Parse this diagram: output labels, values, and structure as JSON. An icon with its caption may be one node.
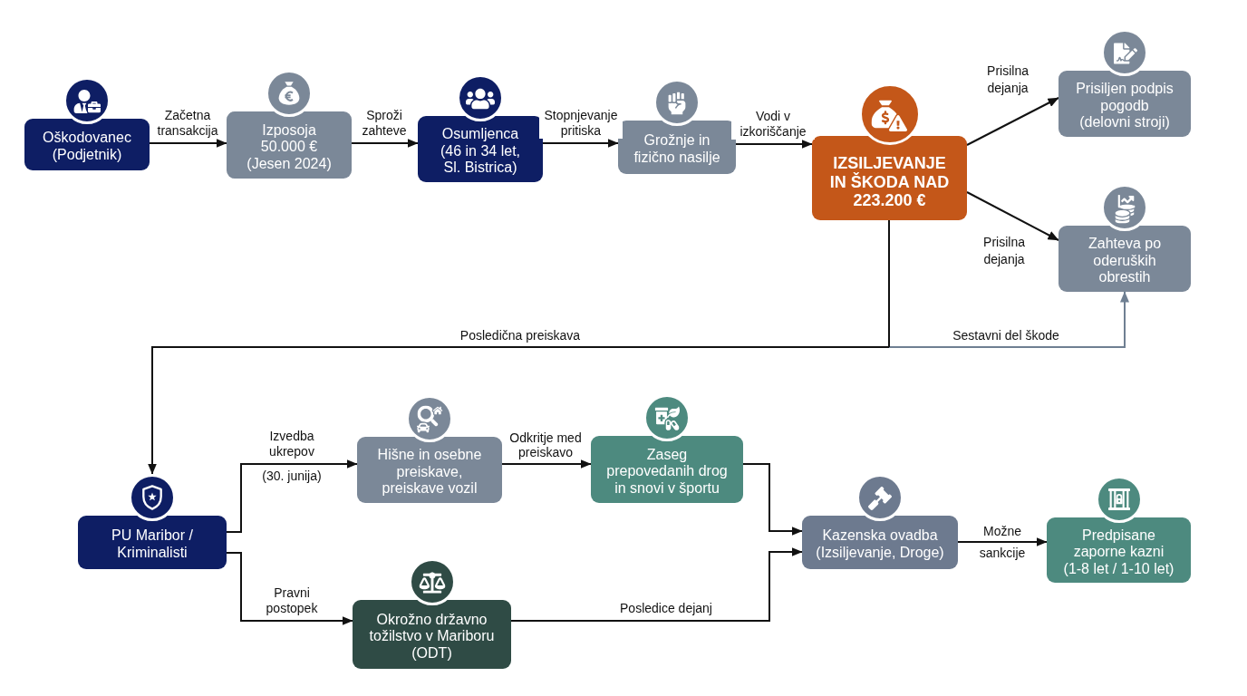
{
  "diagram": {
    "nodes": [
      {
        "text": [
          "Oškodovanec (Podjetnik)"
        ]
      },
      {
        "text": [
          "Izposoja 50.000 € (Jesen 2024)"
        ]
      },
      {
        "text": [
          "Osumljenca (46 in 34 let, Sl. Bistrica)"
        ]
      },
      {
        "text": [
          "Grožnje in fizično nasilje"
        ]
      },
      {
        "text": [
          "IZSILJEVANJE IN ŠKODA NAD 223.200 €"
        ]
      },
      {
        "text": [
          "Prisiljen podpis pogodb (delovni stroji)"
        ]
      },
      {
        "text": [
          "Zahteva po oderuških obrestih"
        ]
      },
      {
        "text": [
          "PU Maribor / Kriminalisti"
        ]
      },
      {
        "text": [
          "Hišne in osebne preiskave, preiskave vozil"
        ]
      },
      {
        "text": [
          "Zaseg prepovedanih drog in snovi v športu"
        ]
      },
      {
        "text": [
          "Okrožno državno tožilstvo v Mariboru (ODT)"
        ]
      },
      {
        "text": [
          "Kazenska ovadba (Izsiljevanje, Droge)"
        ]
      },
      {
        "text": [
          "Predpisane zaporne kazni (1-8 let / 1-10 let)"
        ]
      }
    ],
    "edges": [
      {
        "from": 0,
        "to": 1,
        "arrow": "to",
        "label": "Začetna transakcija"
      },
      {
        "from": 1,
        "to": 2,
        "arrow": "to",
        "label": "Sproži zahteve"
      },
      {
        "from": 2,
        "to": 3,
        "arrow": "to",
        "label": "Stopnjevanje pritiska"
      },
      {
        "from": 3,
        "to": 4,
        "arrow": "to",
        "label": "Vodi v izkoriščanje"
      },
      {
        "from": 4,
        "to": 5,
        "arrow": "to",
        "label": "Prisilna dejanja"
      },
      {
        "from": 4,
        "to": 6,
        "arrow": "to",
        "label": "Prisilna dejanja"
      },
      {
        "from": 4,
        "to": 7,
        "arrow": "to",
        "label": "Posledična preiskava"
      },
      {
        "from": 4,
        "to": 6,
        "arrow": "to",
        "label": "Sestavni del škode",
        "color": "#6f7f92"
      },
      {
        "from": 7,
        "to": 8,
        "arrow": "to",
        "label": "Izvedba ukrepov"
      },
      {
        "from": 8,
        "to": 9,
        "arrow": "to",
        "label": "Odkritje med preiskavo"
      },
      {
        "from": 7,
        "to": 10,
        "arrow": "to",
        "label": "Pravni postopek"
      },
      {
        "from": 9,
        "to": 11,
        "arrow": "to"
      },
      {
        "from": 10,
        "to": 11,
        "arrow": "to",
        "label": "Posledice dejanj"
      },
      {
        "from": 11,
        "to": 12,
        "arrow": "to",
        "label": "Možne sankcije"
      }
    ],
    "labels": [
      "(30. junija)"
    ]
  }
}
